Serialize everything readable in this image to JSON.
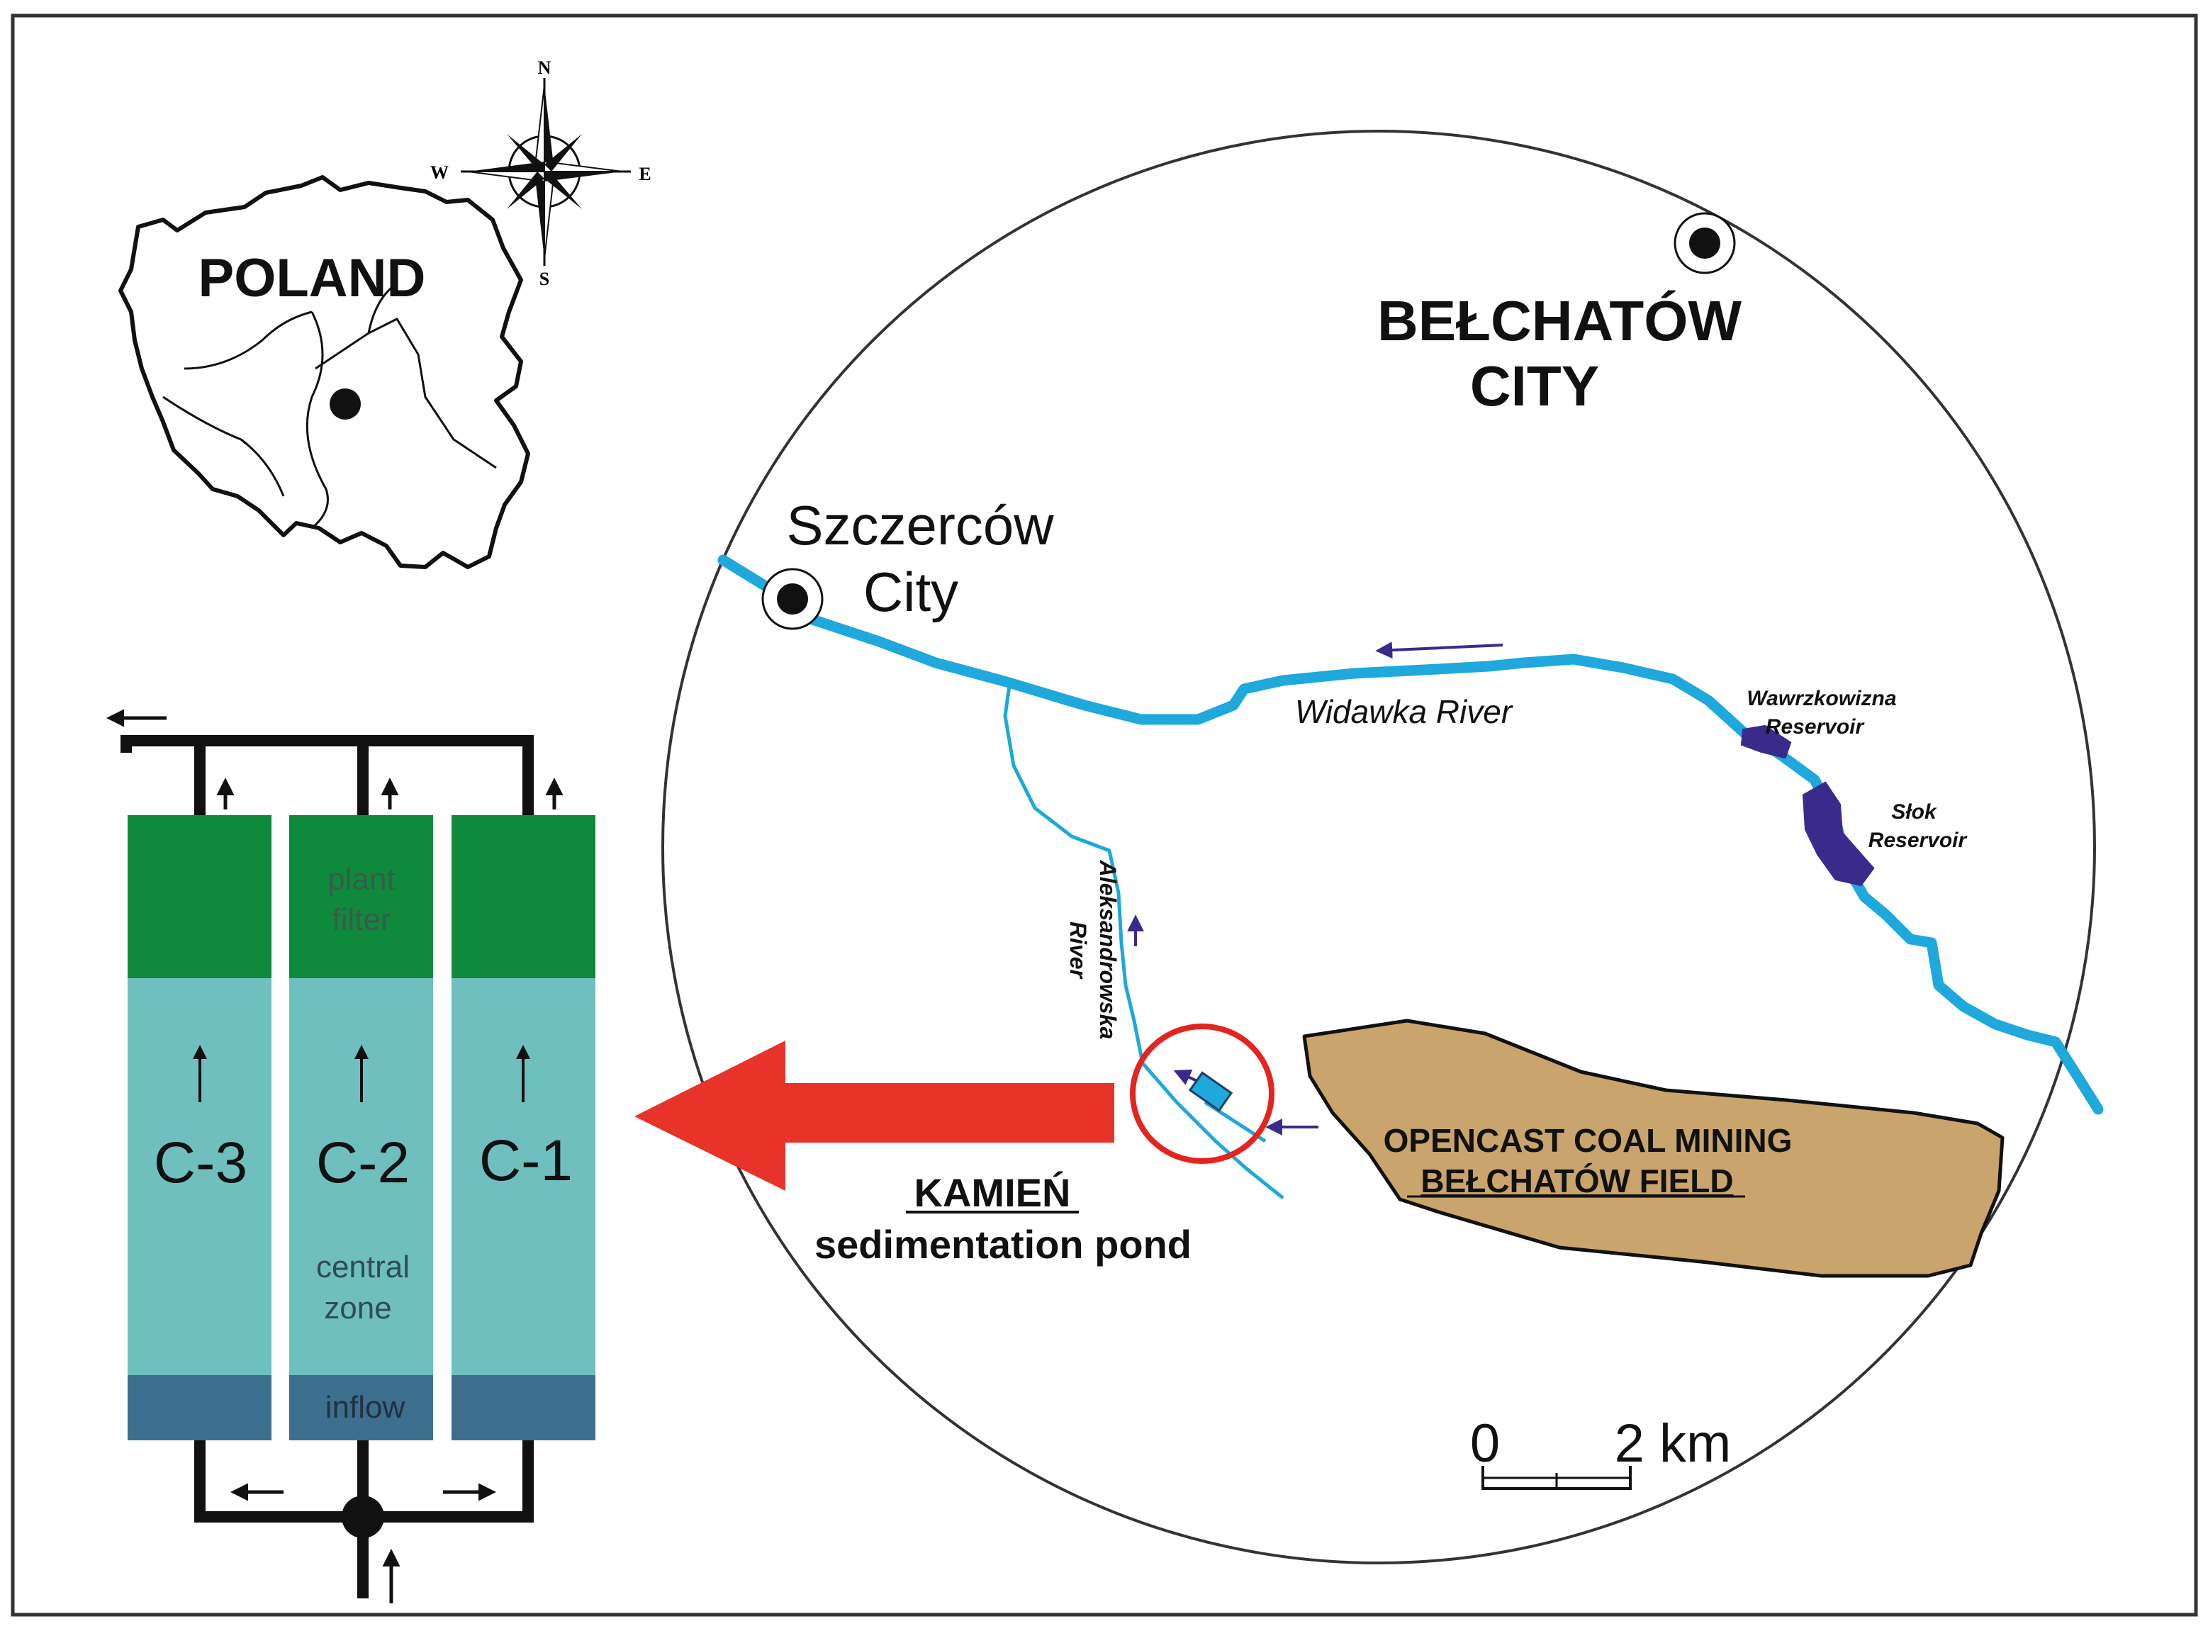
{
  "compass": {
    "n": "N",
    "s": "S",
    "e": "E",
    "w": "W"
  },
  "inset": {
    "country": "POLAND"
  },
  "map": {
    "city_belchatow_line1": "BEŁCHATÓW",
    "city_belchatow_line2": "CITY",
    "city_szczercow_line1": "Szczerców",
    "city_szczercow_line2": "City",
    "river_widawka": "Widawka River",
    "river_aleksandrowska_line1": "Aleksandrowska",
    "river_aleksandrowska_line2": "River",
    "reservoir_wawrzkowizna_line1": "Wawrzkowizna",
    "reservoir_wawrzkowizna_line2": "Reservoir",
    "reservoir_slok_line1": "Słok",
    "reservoir_slok_line2": "Reservoir",
    "mine_line1": "OPENCAST COAL MINING",
    "mine_line2": "BEŁCHATÓW FIELD",
    "pond_name": "KAMIEŃ",
    "pond_desc": "sedimentation pond",
    "scale_zero": "0",
    "scale_max": "2 km"
  },
  "columns": {
    "c3": "C-3",
    "c2": "C-2",
    "c1": "C-1",
    "plant_filter_line1": "plant",
    "plant_filter_line2": "filter",
    "central_zone_line1": "central",
    "central_zone_line2": "zone",
    "inflow": "inflow"
  },
  "colors": {
    "river": "#1ea8dc",
    "reservoir": "#3a2a8c",
    "mine": "#c9a46c",
    "pointer_arrow": "#e8332a",
    "pond_circle": "#e52420",
    "plant_zone": "#0f8a3c",
    "central_zone": "#6fbfbe",
    "inflow_zone": "#3e6e8e"
  }
}
